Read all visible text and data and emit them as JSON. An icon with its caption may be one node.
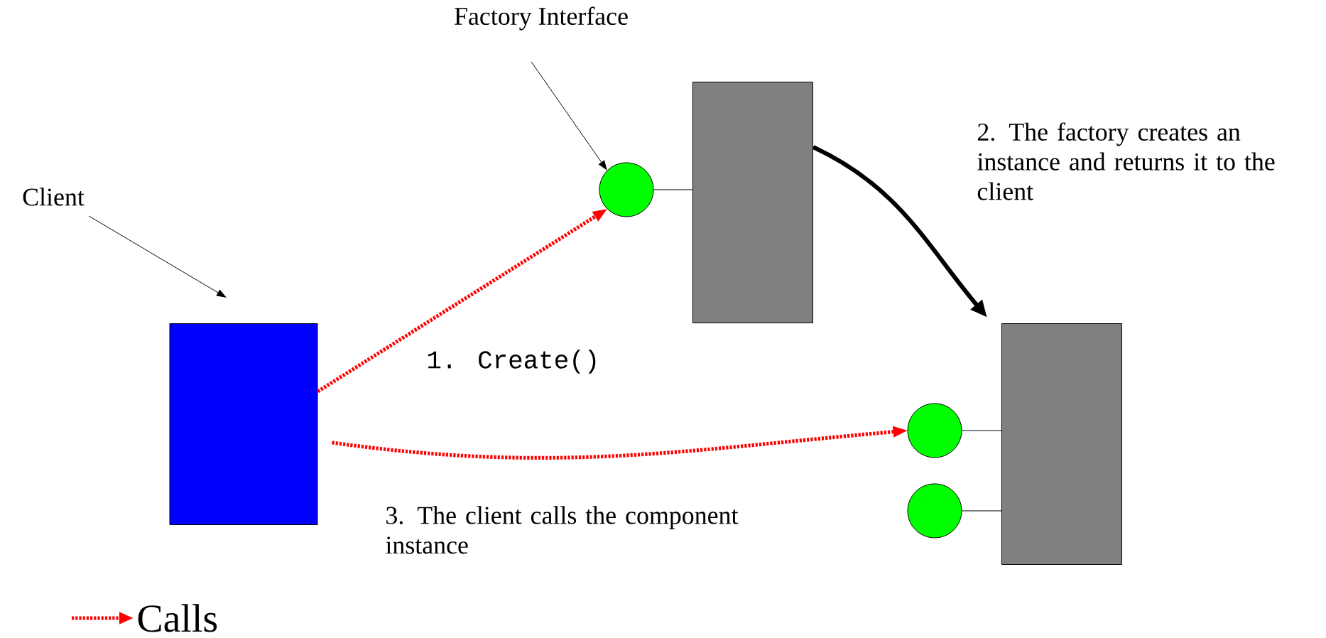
{
  "diagram": {
    "nodes": [
      {
        "text": [
          "Client"
        ]
      },
      {
        "text": [],
        "shape": "box"
      },
      {
        "text": [
          "Factory Interface"
        ]
      },
      {
        "text": [],
        "shape": "circle"
      },
      {
        "text": [],
        "shape": "box"
      },
      {
        "text": [],
        "shape": "box"
      },
      {
        "text": [],
        "shape": "circle"
      },
      {
        "text": [],
        "shape": "circle"
      }
    ],
    "edges": [
      {
        "from": 0,
        "to": 1,
        "arrow": "to"
      },
      {
        "from": 2,
        "to": 3,
        "arrow": "to"
      },
      {
        "from": 1,
        "to": 3,
        "arrow": "to",
        "label": "1. Create()",
        "style": "dashed",
        "color": "#ff0000"
      },
      {
        "from": 3,
        "to": 4,
        "arrow": "none"
      },
      {
        "from": 4,
        "to": 5,
        "arrow": "to",
        "label": "2. The factory creates an instance and returns it to the client",
        "style": "thick"
      },
      {
        "from": 1,
        "to": 6,
        "arrow": "to",
        "label": "3. The client calls the component instance",
        "style": "dashed",
        "color": "#ff0000"
      },
      {
        "from": 6,
        "to": 5,
        "arrow": "none"
      },
      {
        "from": 7,
        "to": 5,
        "arrow": "none"
      }
    ],
    "legend": [
      {
        "text": "Calls"
      }
    ]
  }
}
